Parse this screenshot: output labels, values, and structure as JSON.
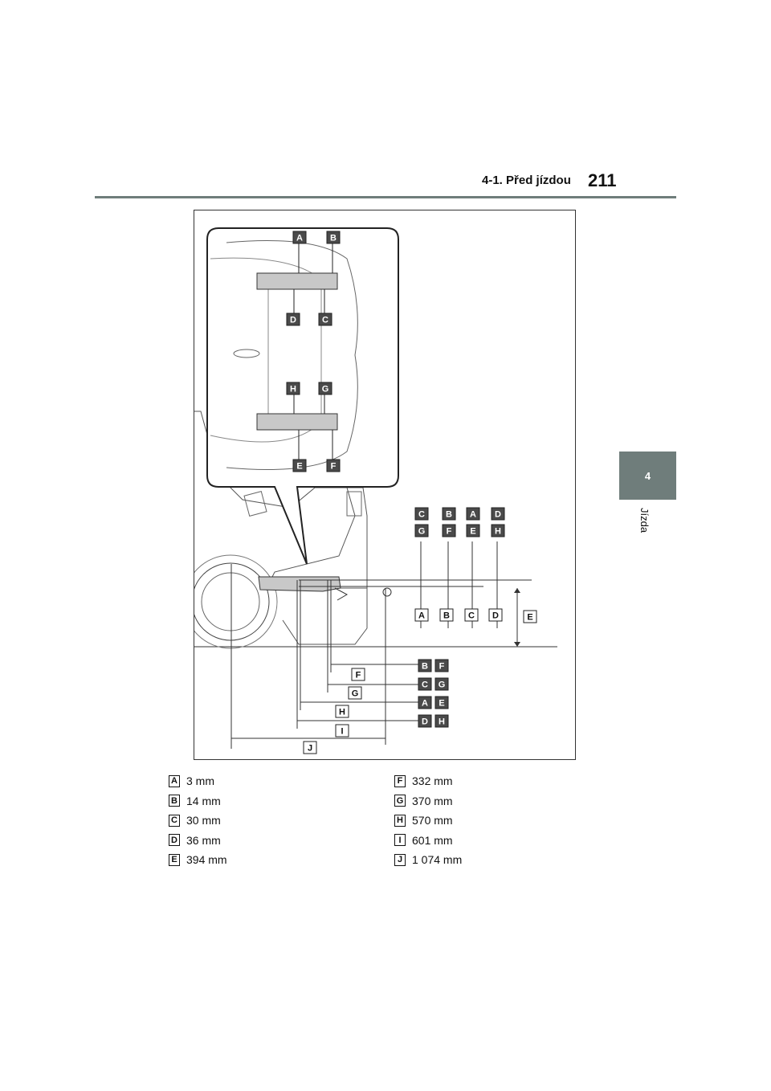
{
  "header": {
    "section": "4-1. Před jízdou",
    "page_number": "211"
  },
  "side_tab": {
    "chapter": "4",
    "label": "Jízda"
  },
  "figure": {
    "callouts": [
      "A",
      "B",
      "C",
      "D",
      "E",
      "F",
      "G",
      "H",
      "I",
      "J"
    ]
  },
  "dimensions": [
    {
      "letter": "A",
      "value": "3 mm"
    },
    {
      "letter": "B",
      "value": "14 mm"
    },
    {
      "letter": "C",
      "value": "30 mm"
    },
    {
      "letter": "D",
      "value": "36 mm"
    },
    {
      "letter": "E",
      "value": "394 mm"
    },
    {
      "letter": "F",
      "value": "332 mm"
    },
    {
      "letter": "G",
      "value": "370 mm"
    },
    {
      "letter": "H",
      "value": "570 mm"
    },
    {
      "letter": "I",
      "value": "601 mm"
    },
    {
      "letter": "J",
      "value": "1 074 mm"
    }
  ],
  "colors": {
    "accent": "#6f7d7b",
    "callout_fill": "#4a4a4a",
    "tow_bracket": "#c8c8c8"
  }
}
